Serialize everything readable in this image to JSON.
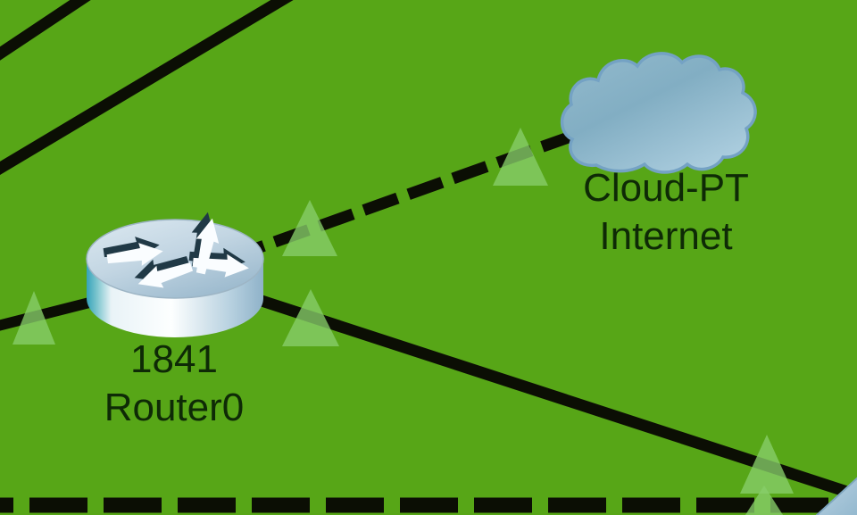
{
  "canvas": {
    "app_context": "Packet Tracer logical topology workspace (zoomed view)",
    "background_color": "#57A617"
  },
  "devices": [
    {
      "id": "router0",
      "type": "router",
      "model_label": "1841",
      "name_label": "Router0"
    },
    {
      "id": "internet_cloud",
      "type": "cloud",
      "model_label": "Cloud-PT",
      "name_label": "Internet"
    },
    {
      "id": "partial_device_bottom_right",
      "type": "unknown-partially-visible",
      "model_label": "",
      "name_label": ""
    }
  ],
  "links": [
    {
      "id": "link-top-left-upper",
      "style": "solid"
    },
    {
      "id": "link-top-left-lower",
      "style": "solid"
    },
    {
      "id": "link-router-left",
      "style": "solid"
    },
    {
      "id": "link-router-cloud",
      "style": "dashed"
    },
    {
      "id": "link-router-bottom-right",
      "style": "solid"
    },
    {
      "id": "link-bottom-edge",
      "style": "dashed"
    }
  ],
  "status_indicators": {
    "shape": "triangle-up",
    "color": "#88CE6A",
    "count": 6
  },
  "colors": {
    "link_black": "#0B0E04",
    "triangle_green": "#88CE6A",
    "device_blue_light": "#D9E8F2",
    "device_blue_mid": "#8FB6C9",
    "router_teal_edge": "#35A3BA",
    "label_text": "#0E2A06"
  }
}
